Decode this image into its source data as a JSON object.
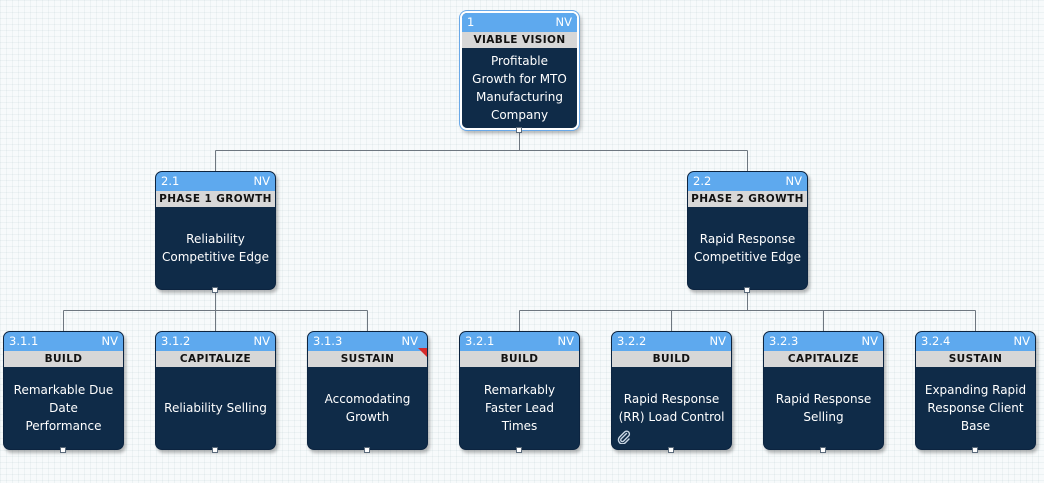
{
  "nodes": {
    "n1": {
      "id": "1",
      "tag": "NV",
      "category": "VIABLE VISION",
      "text": "Profitable Growth for MTO Manufacturing Company"
    },
    "n21": {
      "id": "2.1",
      "tag": "NV",
      "category": "PHASE 1 GROWTH",
      "text": "Reliability Competitive Edge"
    },
    "n22": {
      "id": "2.2",
      "tag": "NV",
      "category": "PHASE 2 GROWTH",
      "text": "Rapid Response Competitive Edge"
    },
    "n311": {
      "id": "3.1.1",
      "tag": "NV",
      "category": "BUILD",
      "text": "Remarkable Due Date Performance"
    },
    "n312": {
      "id": "3.1.2",
      "tag": "NV",
      "category": "CAPITALIZE",
      "text": "Reliability Selling"
    },
    "n313": {
      "id": "3.1.3",
      "tag": "NV",
      "category": "SUSTAIN",
      "text": "Accomodating Growth"
    },
    "n321": {
      "id": "3.2.1",
      "tag": "NV",
      "category": "BUILD",
      "text": "Remarkably Faster Lead Times"
    },
    "n322": {
      "id": "3.2.2",
      "tag": "NV",
      "category": "BUILD",
      "text": "Rapid Response (RR) Load Control"
    },
    "n323": {
      "id": "3.2.3",
      "tag": "NV",
      "category": "CAPITALIZE",
      "text": "Rapid Response Selling"
    },
    "n324": {
      "id": "3.2.4",
      "tag": "NV",
      "category": "SUSTAIN",
      "text": "Expanding Rapid Response Client Base"
    }
  },
  "icons": {
    "flag": "red-corner-flag-icon",
    "attachment": "paperclip-icon"
  },
  "colors": {
    "header": "#5ea9ee",
    "category": "#d7d7d7",
    "body": "#0f2b48",
    "connector": "#6e7780"
  }
}
